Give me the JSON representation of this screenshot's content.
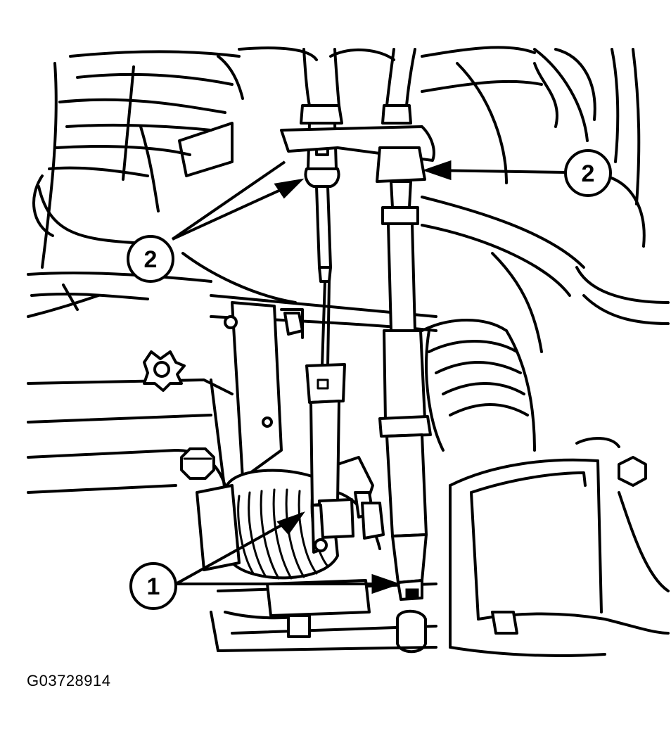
{
  "figure_id": "G03728914",
  "callouts": [
    {
      "label": "1"
    },
    {
      "label": "2"
    },
    {
      "label": "2"
    }
  ],
  "colors": {
    "line": "#000000",
    "background": "#ffffff"
  }
}
